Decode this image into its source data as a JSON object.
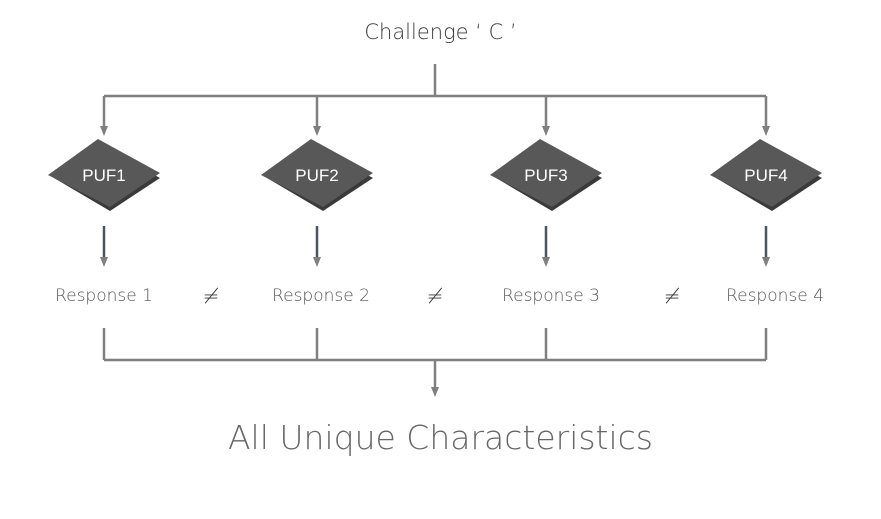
{
  "challenge": {
    "label": "Challenge ‘ C ’"
  },
  "pufs": [
    {
      "label": "PUF1",
      "response": "Response 1"
    },
    {
      "label": "PUF2",
      "response": "Response 2"
    },
    {
      "label": "PUF3",
      "response": "Response 3"
    },
    {
      "label": "PUF4",
      "response": "Response 4"
    }
  ],
  "inequality_symbol": "≠",
  "result": {
    "label": "All Unique Characteristics"
  },
  "colors": {
    "line": "#7f7f7f",
    "chip_top": "#585858",
    "chip_side": "#3a3a3a",
    "chip_short_arrow": "#4b5560"
  }
}
